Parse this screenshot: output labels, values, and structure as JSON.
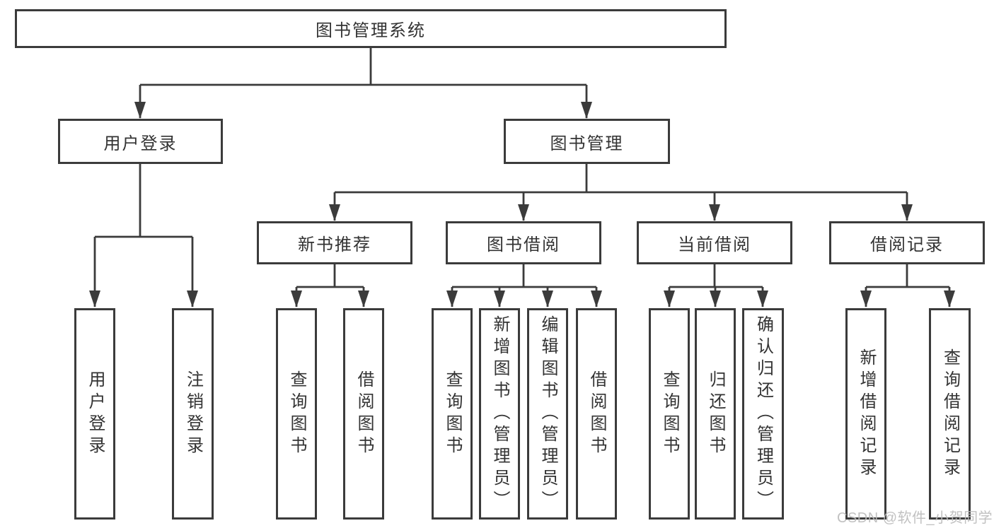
{
  "diagram": {
    "root": {
      "label": "图书管理系统"
    },
    "level2": [
      {
        "label": "用户登录"
      },
      {
        "label": "图书管理"
      }
    ],
    "level3": [
      {
        "label": "新书推荐"
      },
      {
        "label": "图书借阅"
      },
      {
        "label": "当前借阅"
      },
      {
        "label": "借阅记录"
      }
    ],
    "leaves": {
      "user_login": [
        {
          "label": "用户登录"
        },
        {
          "label": "注销登录"
        }
      ],
      "new_book_recommend": [
        {
          "label": "查询图书"
        },
        {
          "label": "借阅图书"
        }
      ],
      "book_borrow": [
        {
          "label": "查询图书"
        },
        {
          "label": "新增图书（管理员）"
        },
        {
          "label": "编辑图书（管理员）"
        },
        {
          "label": "借阅图书"
        }
      ],
      "current_borrow": [
        {
          "label": "查询图书"
        },
        {
          "label": "归还图书"
        },
        {
          "label": "确认归还（管理员）"
        }
      ],
      "borrow_records": [
        {
          "label": "新增借阅记录"
        },
        {
          "label": "查询借阅记录"
        }
      ]
    },
    "watermark": "CSDN @软件_小贺同学",
    "colors": {
      "line": "#3b3b3b",
      "text": "#333333",
      "watermark": "#bcbcbc",
      "background": "#ffffff"
    }
  }
}
